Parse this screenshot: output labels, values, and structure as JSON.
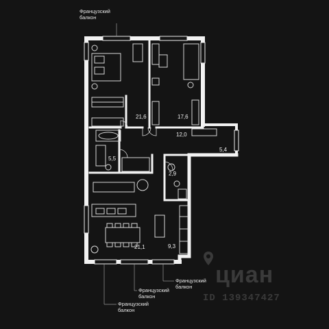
{
  "balcony_labels": {
    "top": [
      "Французский",
      "балкон"
    ],
    "bottom_right": [
      "Французский",
      "балкон"
    ],
    "bottom_mid": [
      "Французский",
      "балкон"
    ],
    "bottom_left": [
      "Французский",
      "балкон"
    ]
  },
  "areas": {
    "bedroom_1": "21,6",
    "bedroom_2": "17,6",
    "hall": "12,0",
    "balcony": "5,4",
    "bathroom_1": "5,5",
    "bathroom_2": "2,9",
    "living": "21,1",
    "kitchen": "9,3"
  },
  "watermark": {
    "brand": "циан",
    "id_text": "ID 139347427"
  },
  "colors": {
    "background": "#141414",
    "wall": "#f2f2f2",
    "furniture": "#d9d9d9",
    "watermark": "#3a3a3a"
  }
}
